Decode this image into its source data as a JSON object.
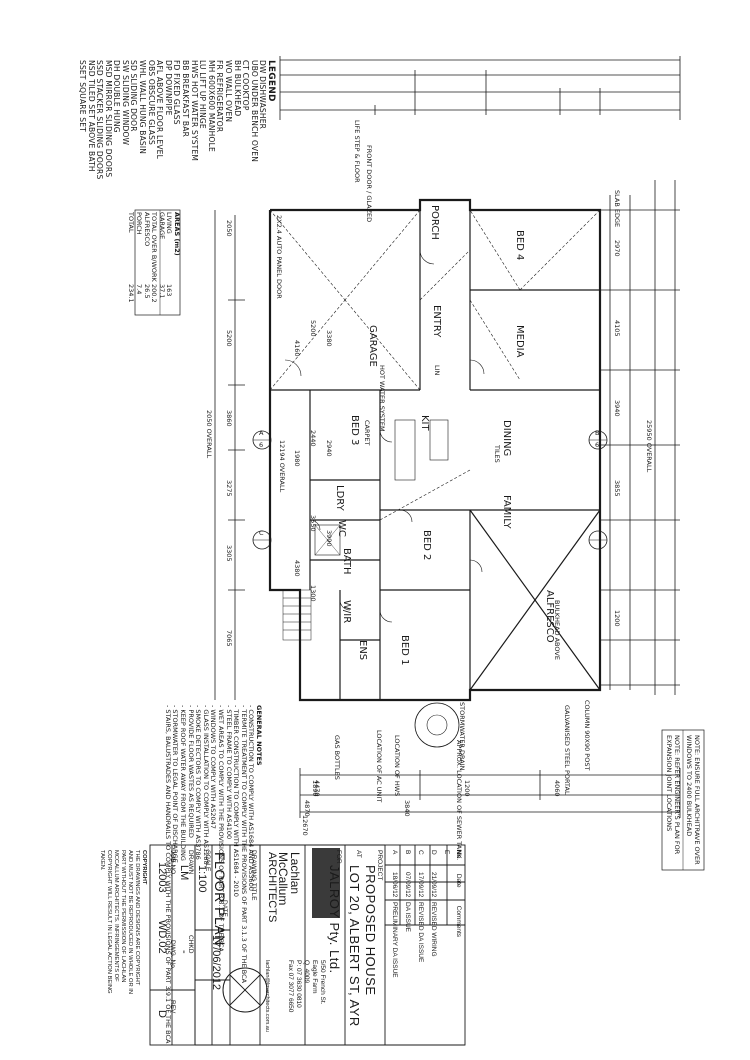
{
  "legend": {
    "title": "LEGEND",
    "items": [
      "DW   DISHWASHER",
      "UBO  UNDER BENCH OVEN",
      "CT   COOKTOP",
      "BH   BULKHEAD",
      "WO   WALL OVEN",
      "FR   REFRIGERATOR",
      "MH   600X600 MANHOLE",
      "LU   LIFT UP HINGE",
      "HWS  HOT WATER SYSTEM",
      "BB   BREAKFAST BAR",
      "FD   FIXED GLASS",
      "DP   DOWNPIPE",
      "AFL  ABOVE FLOOR LEVEL",
      "OBS  OBSCURE GLASS",
      "WHL  WALL HUNG BASIN",
      "SD   SLIDING DOOR",
      "SW   SLIDING WINDOW",
      "DH   DOUBLE HUNG",
      "MSD  MIRROR SLIDING DOORS",
      "SSD  STACKER SLIDING DOORS",
      "NSD  TILED SET ABOVE BATH",
      "SSET SQUARE SET"
    ]
  },
  "areas": {
    "title": "AREAS (m2)",
    "rows": [
      {
        "label": "LIVING",
        "value": "163"
      },
      {
        "label": "GARAGE",
        "value": "37.1"
      },
      {
        "label": "TOTAL OVER B/WORK",
        "value": "200.2"
      },
      {
        "label": "ALFRESCO",
        "value": "26.5"
      },
      {
        "label": "PORCH",
        "value": "7.4"
      },
      {
        "label": "TOTAL",
        "value": "234.1"
      }
    ]
  },
  "general_notes": {
    "title": "GENERAL NOTES",
    "items": [
      "- CONSTRUCTION TO COMPLY WITH AS1684 AND AS3600",
      "- TERMITE TREATMENT TO COMPLY WITH THE PROVISIONS OF PART 3.1.3 OF THE BCA",
      "- TIMBER CONSTRUCTION TO COMPLY WITH AS1684 - 2010",
      "- STEEL FRAME TO COMPLY WITH AS4100",
      "- WET AREAS TO COMPLY WITH THE PROVISIONS OF PART 3.8.1 OF THE BCA",
      "- WINDOWS TO COMPLY WITH AS2047",
      "- GLASS INSTALLATION TO COMPLY WITH AS1288",
      "- SMOKE DETECTORS TO COMPLY WITH AS3786",
      "- PROVIDE FLOOR WASTES AS REQUIRED",
      "- KEEP ROOF WATER AWAY FROM THE BUILDING",
      "- STORMWATER TO LEGAL POINT OF DISCHARGE",
      "- STAIRS, BALUSTRADES AND HANDRAILS TO COMPLY WITH THE PROVISIONS OF PART 3.9.1 OF THE BCA"
    ]
  },
  "plan": {
    "overall_top": "12194 OVERALL",
    "overall_side": "25950 OVERALL",
    "overall_side2": "2050 OVERALL",
    "dims_top_row1": [
      "4160",
      "1980",
      "4380"
    ],
    "dims_top_row2": [
      "5200",
      "2440",
      "3550",
      "1300"
    ],
    "dims_top_row3": [
      "3380",
      "2940",
      "3990"
    ],
    "dims_bottom_row1": [
      "1890",
      "4470",
      "1200",
      "4060"
    ],
    "dims_bottom_row2": [
      "4870",
      "3840"
    ],
    "dims_side_left": [
      "2050",
      "5200",
      "3860",
      "3275",
      "3305",
      "7065"
    ],
    "dims_side_right": [
      "2970",
      "4105",
      "3940",
      "3855",
      "1200"
    ],
    "overall_bottom": "12670",
    "rooms": {
      "porch": "PORCH",
      "entry": "ENTRY",
      "garage": "GARAGE",
      "bed1": "BED 1",
      "bed2": "BED 2",
      "bed3": "BED 3",
      "bed4": "BED 4",
      "media": "MEDIA",
      "dining": "DINING",
      "family": "FAMILY",
      "alfresco": "ALFRESCO",
      "kitchen": "KIT",
      "bath": "BATH",
      "laundry": "LDRY",
      "wc": "WC",
      "ensuite": "ENS",
      "wir": "W/IR",
      "linen": "LIN"
    },
    "notes": {
      "n1": "2X2.4 AUTO PANEL DOOR",
      "n2": "FRONT DOOR / GLAZED",
      "n3": "LIFE STEP & FLOOR",
      "n4": "SLAB EDGE",
      "n5": "CARPET",
      "n6": "TILES",
      "n7": "HOT WATER SYSTEM",
      "n8": "BULKHEAD ABOVE",
      "n9": "COLUMN 90X90 POST",
      "n10": "GALVANISED STEEL PORTAL",
      "n11": "STORMWATER DRAIN",
      "n12": "LOCATION OF AC UNIT",
      "n13": "GAS BOTTLES",
      "n14": "APPROX. LOCATION OF SEWER TANK",
      "n15": "LOCATION OF HWS"
    },
    "section_markers": [
      "A",
      "C",
      "B",
      "6",
      "6"
    ]
  },
  "notes_right": {
    "line1": "NOTE: ENSURE FULL ARCHITRAVE OVER",
    "line2": "WINDOWS TO 2400 BULKHEAD",
    "line3": "NOTE: REFER ENGINEER'S PLAN FOR",
    "line4": "EXPANSION JOINT LOCATIONS"
  },
  "revisions": {
    "headers": [
      "No.",
      "Date",
      "Comments"
    ],
    "rows": [
      {
        "no": "E",
        "date": "",
        "comments": ""
      },
      {
        "no": "D",
        "date": "21/09/12",
        "comments": "REVISED WIRING"
      },
      {
        "no": "C",
        "date": "17/09/12",
        "comments": "REVISED DA ISSUE"
      },
      {
        "no": "B",
        "date": "07/09/12",
        "comments": "DA ISSUE"
      },
      {
        "no": "A",
        "date": "18/06/12",
        "comments": "PRELIMINARY DA ISSUE"
      }
    ]
  },
  "titleblock": {
    "project_label": "PROJECT",
    "project": "PROPOSED HOUSE",
    "at_label": "AT",
    "address": "LOT 20, ALBERT ST, AYR",
    "for_label": "FOR",
    "client": "JALROY Pty. Ltd.",
    "firm_line1": "Lachlan",
    "firm_line2": "McCallum",
    "firm_line3": "ARCHITECTS",
    "firm_addr1": "5/50 French St.",
    "firm_addr2": "Eagle Farm",
    "firm_addr3": "Q. 4009",
    "phone": "P: 07 3630 0810",
    "fax": "Fax 07 3077 6650",
    "email": "lachlan@lmarchitects.com.au",
    "drawing_title_label": "DRAWING TITLE",
    "drawing_title": "FLOOR PLAN",
    "date_label": "DATE",
    "date": "17/06/2012",
    "scale_label": "SCALE",
    "scale": "1:100",
    "drawn_label": "DRAWN",
    "drawn": "LM",
    "checked_label": "CHKD",
    "checked": "-",
    "job_no_label": "JOB NO.",
    "job_no": "12003",
    "dwg_no_label": "DWG. No.",
    "dwg_no": "WD.02",
    "rev_label": "REV",
    "rev": "D",
    "copyright_title": "COPYRIGHT",
    "copyright_text": [
      "THE DRAWINGS AND DESIGNS ARE COPYRIGHT",
      "AND MUST NOT BE REPRODUCED IN WHOLE OR IN",
      "PART WITHOUT THE PERMISSION OF LACHLAN",
      "MCCALLUM ARCHITECTS. INFRINGEMENTS OF",
      "COPYRIGHT WILL RESULT IN LEGAL ACTION BEING",
      "TAKEN."
    ]
  },
  "colors": {
    "ink": "#1a1a1a",
    "paper": "#ffffff",
    "title_fill": "#3a3a3a"
  }
}
